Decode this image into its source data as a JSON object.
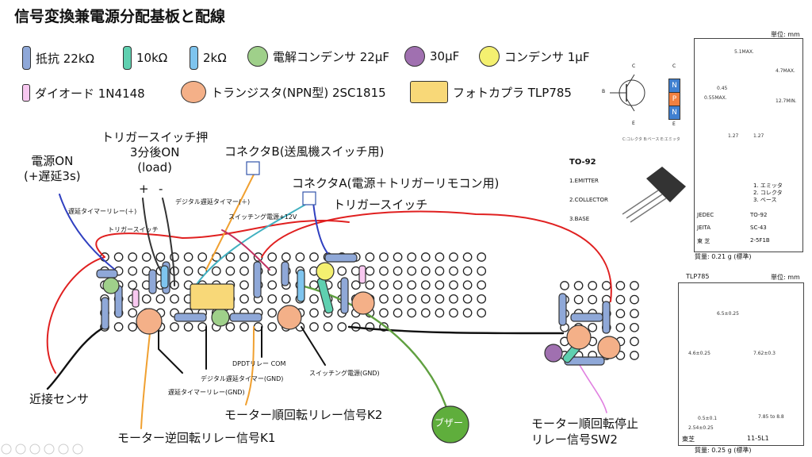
{
  "title": "信号変換兼電源分配基板と配線",
  "legend": [
    {
      "label": "抵抗 22kΩ",
      "color": "#8fa8d8"
    },
    {
      "label": "10kΩ",
      "color": "#5fd0b0"
    },
    {
      "label": "2kΩ",
      "color": "#7ec4ee"
    },
    {
      "label": "電解コンデンサ 22μF",
      "color": "#9fd08a"
    },
    {
      "label": "30μF",
      "color": "#a070b0"
    },
    {
      "label": "コンデンサ 1μF",
      "color": "#f4f070"
    },
    {
      "label": "ダイオード 1N4148",
      "color": "#f8c8f0"
    },
    {
      "label": "トランジスタ(NPN型) 2SC1815",
      "color": "#f4b088"
    },
    {
      "label": "フォトカプラ TLP785",
      "color": "#f8d878"
    }
  ],
  "labels": {
    "power_on": "電源ON\n(+遅延3s)",
    "trigger_press": "トリガースイッチ押\n3分後ON\n(load)",
    "plus": "+",
    "minus": "-",
    "connector_b": "コネクタB(送風機スイッチ用)",
    "connector_a": "コネクタA(電源＋トリガーリモコン用)",
    "trigger_switch": "トリガースイッチ",
    "delay_timer_relay_plus": "遅延タイマーリレー(＋)",
    "trigger_switch_small": "トリガースイッチ",
    "digital_delay_timer_plus": "デジタル遅延タイマー(＋)",
    "switching_power_12v": "スイッチング電源+12V",
    "dpdt_relay_com": "DPDTリレー COM",
    "digital_delay_timer_gnd": "デジタル遅延タイマー(GND)",
    "delay_timer_relay_gnd": "遅延タイマーリレー(GND)",
    "switching_power_gnd": "スイッチング電源(GND)",
    "proximity_sensor": "近接センサ",
    "motor_reverse_k1": "モーター逆回転リレー信号K1",
    "motor_forward_k2": "モーター順回転リレー信号K2",
    "motor_stop_sw2": "モーター順回転停止\nリレー信号SW2",
    "buzzer": "ブザー"
  },
  "to92": {
    "title": "TO-92",
    "pins": [
      "1.EMITTER",
      "2.COLLECTOR",
      "3.BASE"
    ],
    "symbol_b": "B",
    "symbol_c": "C",
    "symbol_e": "E",
    "npn": [
      "N",
      "P",
      "N"
    ],
    "caption": "C:コレクタ  B:ベース  E:エミッタ"
  },
  "ds_2sc1815": {
    "unit": "単位: mm",
    "dims": [
      "5.1MAX.",
      "4.7MAX.",
      "0.45",
      "0.55MAX.",
      "12.7MIN.",
      "1.27",
      "1.27"
    ],
    "pins": [
      "1. エミッタ",
      "2. コレクタ",
      "3. ベース"
    ],
    "table": [
      [
        "JEDEC",
        "TO-92"
      ],
      [
        "JEITA",
        "SC-43"
      ],
      [
        "東 芝",
        "2-5F1B"
      ]
    ],
    "mass": "質量: 0.21 g (標準)"
  },
  "ds_tlp785": {
    "title": "TLP785",
    "unit": "単位: mm",
    "dims": [
      "6.5±0.25",
      "4.6±0.25",
      "7.62±0.3",
      "0.5±0.1",
      "2.54±0.25",
      "7.85 to 8.8"
    ],
    "table": [
      [
        "東芝",
        "11-5L1"
      ]
    ],
    "mass": "質量:  0.25 g (標準)"
  }
}
